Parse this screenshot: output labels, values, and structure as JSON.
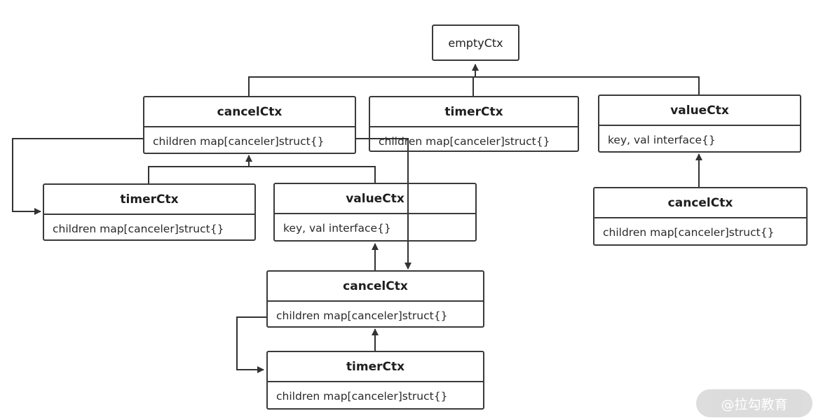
{
  "nodes": {
    "root": {
      "title": "emptyCtx"
    },
    "cancel_top": {
      "title": "cancelCtx",
      "field": "children map[canceler]struct{}"
    },
    "timer_top": {
      "title": "timerCtx",
      "field": "children map[canceler]struct{}"
    },
    "value_top": {
      "title": "valueCtx",
      "field": "key, val interface{}"
    },
    "timer_mid": {
      "title": "timerCtx",
      "field": "children map[canceler]struct{}"
    },
    "value_mid": {
      "title": "valueCtx",
      "field": "key, val interface{}"
    },
    "cancel_right": {
      "title": "cancelCtx",
      "field": "children map[canceler]struct{}"
    },
    "cancel_low": {
      "title": "cancelCtx",
      "field": "children map[canceler]struct{}"
    },
    "timer_low": {
      "title": "timerCtx",
      "field": "children map[canceler]struct{}"
    }
  },
  "watermark": "@拉勾教育"
}
